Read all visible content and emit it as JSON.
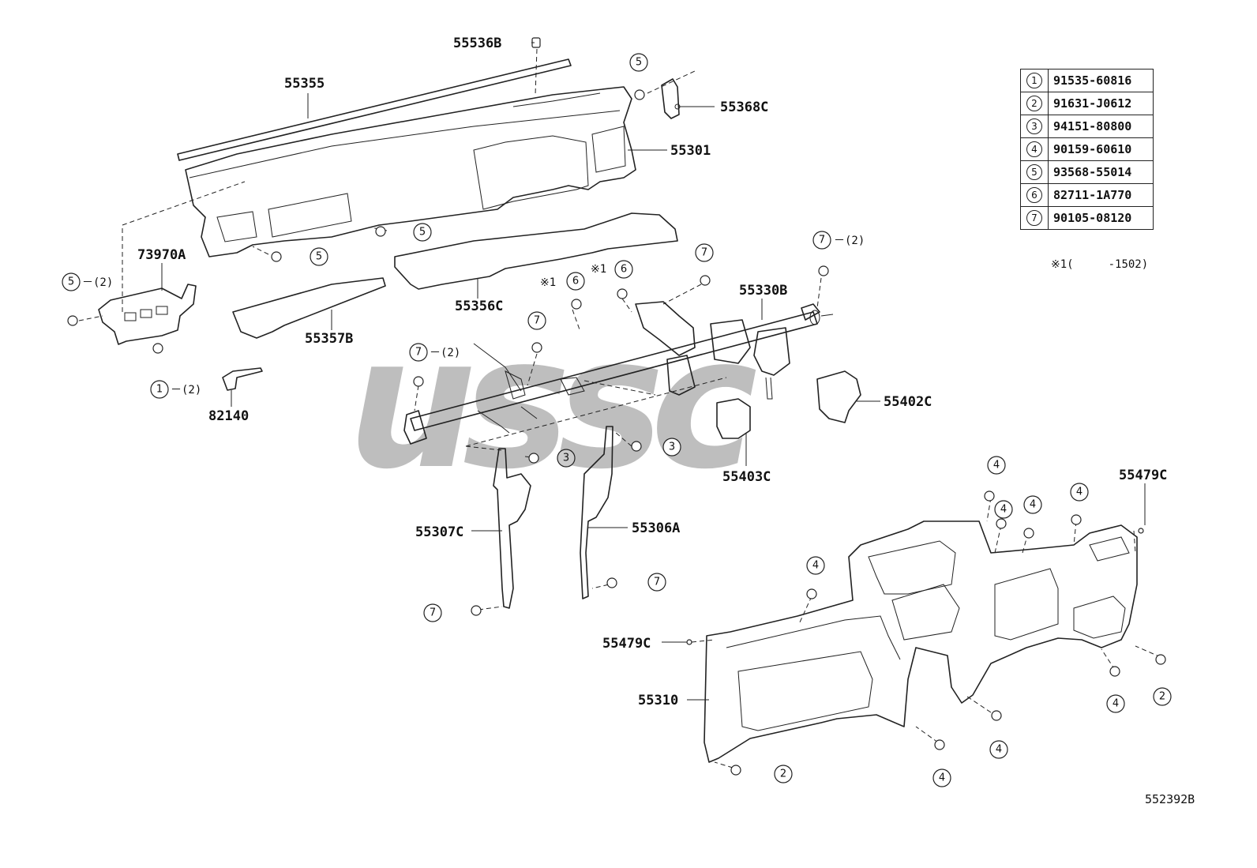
{
  "labels": {
    "p55536B": "55536B",
    "p55355": "55355",
    "p55368C": "55368C",
    "p55301": "55301",
    "p73970A": "73970A",
    "p55356C": "55356C",
    "p55357B": "55357B",
    "p82140": "82140",
    "p55330B": "55330B",
    "p55402C": "55402C",
    "p55403C": "55403C",
    "p55307C": "55307C",
    "p55306A": "55306A",
    "p55479C_right": "55479C",
    "p55479C_left": "55479C",
    "p55310": "55310"
  },
  "callouts": {
    "one": "1",
    "two": "2",
    "three": "3",
    "four": "4",
    "five": "5",
    "six": "6",
    "seven": "7",
    "qty2": "－(2)",
    "note_mark": "※1"
  },
  "legend": [
    {
      "idx": "1",
      "part": "91535-60816"
    },
    {
      "idx": "2",
      "part": "91631-J0612"
    },
    {
      "idx": "3",
      "part": "94151-80800"
    },
    {
      "idx": "4",
      "part": "90159-60610"
    },
    {
      "idx": "5",
      "part": "93568-55014"
    },
    {
      "idx": "6",
      "part": "82711-1A770"
    },
    {
      "idx": "7",
      "part": "90105-08120"
    }
  ],
  "note": {
    "mark": "※1(",
    "range": "-1502)"
  },
  "diagram_id": "552392B",
  "watermark": "ussc",
  "colors": {
    "line": "#222222",
    "watermark": "#b3b3b3",
    "background": "#ffffff"
  }
}
